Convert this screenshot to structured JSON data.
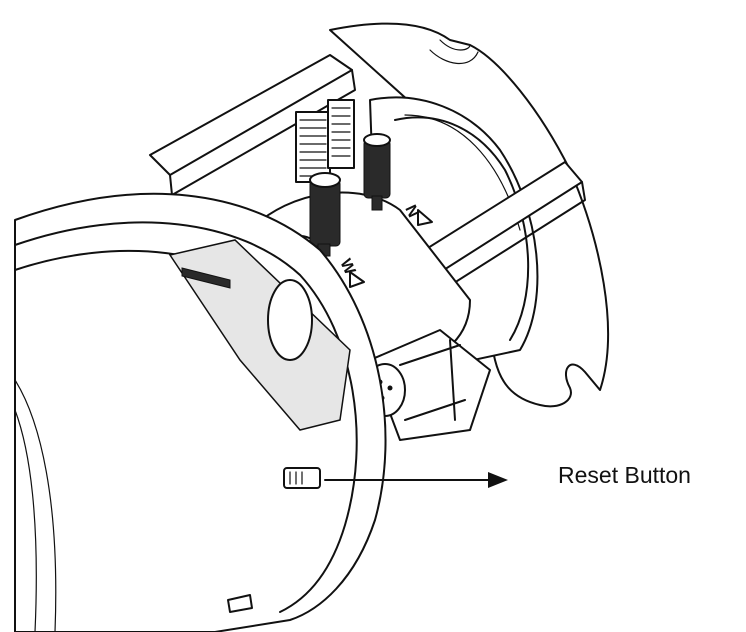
{
  "callout": {
    "label": "Reset Button"
  },
  "marks": {
    "n_mark": "N",
    "w_mark": "W"
  },
  "colors": {
    "line": "#111111",
    "background": "#ffffff"
  }
}
